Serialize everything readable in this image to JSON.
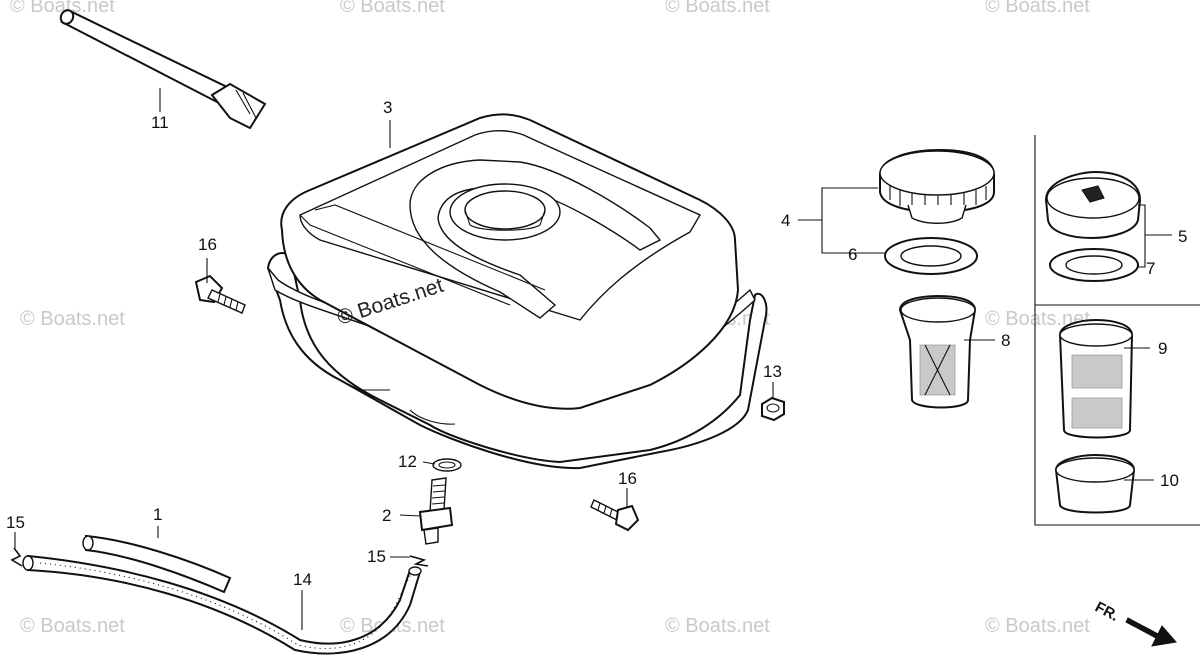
{
  "watermark": {
    "main": "© Boats.net",
    "repeat": "© Boats.net"
  },
  "callouts": {
    "p1": "1",
    "p2": "2",
    "p3": "3",
    "p4": "4",
    "p5": "5",
    "p6": "6",
    "p7": "7",
    "p8": "8",
    "p9": "9",
    "p10": "10",
    "p11": "11",
    "p12": "12",
    "p13": "13",
    "p14": "14",
    "p15a": "15",
    "p15b": "15",
    "p16a": "16",
    "p16b": "16"
  },
  "direction_label": "FR.",
  "icons": {
    "direction": "front-arrow-icon"
  }
}
